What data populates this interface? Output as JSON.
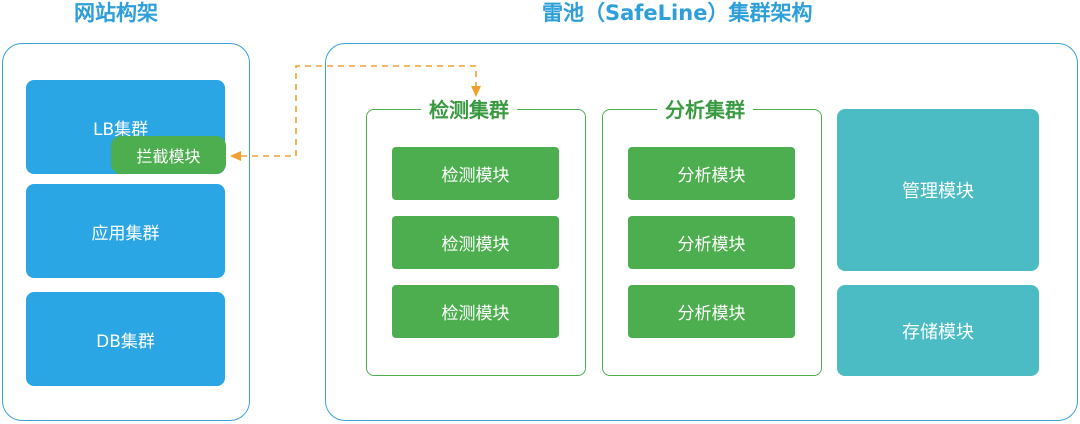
{
  "website_architecture": {
    "title": "网站构架",
    "lb_cluster": "LB集群",
    "intercept_module": "拦截模块",
    "app_cluster": "应用集群",
    "db_cluster": "DB集群"
  },
  "safeline_architecture": {
    "title": "雷池（SafeLine）集群架构",
    "detection_cluster": {
      "title": "检测集群",
      "modules": [
        "检测模块",
        "检测模块",
        "检测模块"
      ]
    },
    "analysis_cluster": {
      "title": "分析集群",
      "modules": [
        "分析模块",
        "分析模块",
        "分析模块"
      ]
    },
    "management_module": "管理模块",
    "storage_module": "存储模块"
  },
  "colors": {
    "title_blue": "#2e9fd8",
    "panel_border": "#3aa3dc",
    "cluster_blue": "#29a6e3",
    "module_green": "#4cae4f",
    "module_teal": "#4bbcc4",
    "connector_orange": "#f0a030"
  }
}
